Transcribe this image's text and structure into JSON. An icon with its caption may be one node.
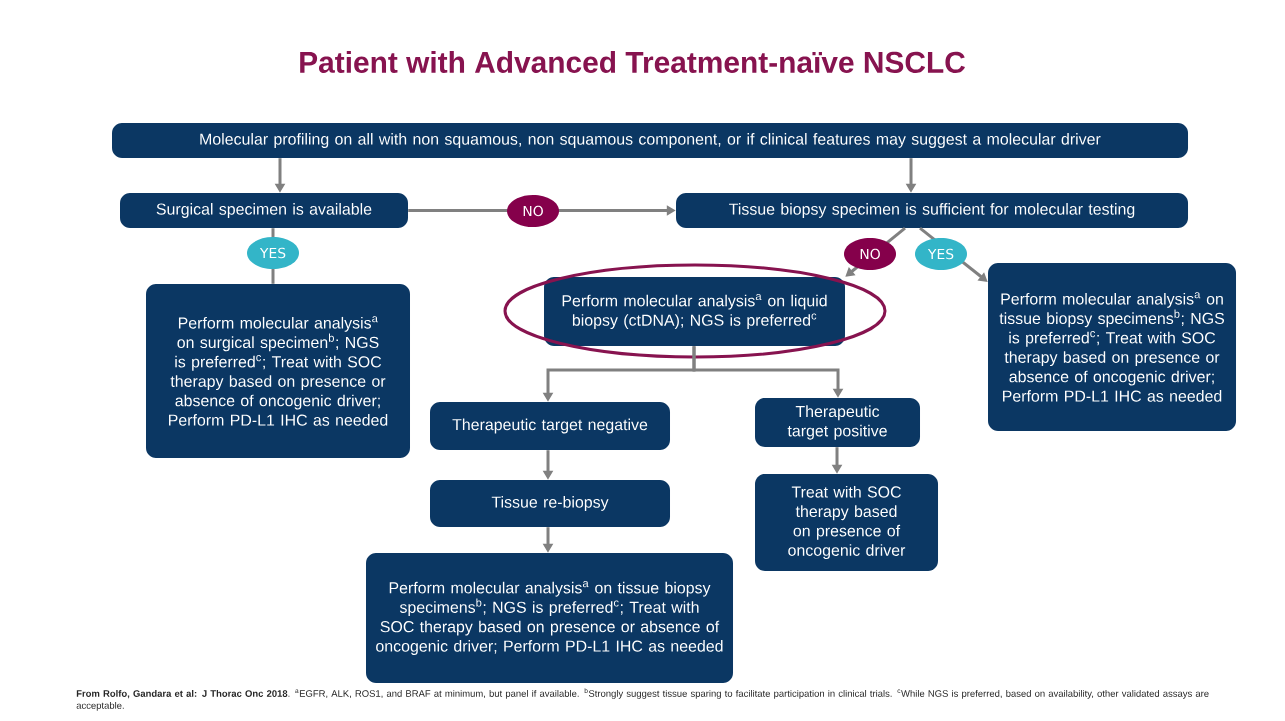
{
  "diagram": {
    "title": "Patient with Advanced Treatment-naïve NSCLC",
    "nodes": [
      {
        "text": [
          "Molecular profiling on all with non squamous, non squamous component, or if clinical features may suggest a molecular driver"
        ]
      },
      {
        "text": [
          "Surgical specimen is available"
        ]
      },
      {
        "text": [
          "Tissue biopsy specimen is sufficient for molecular testing"
        ]
      },
      {
        "text": [
          "Perform molecular analysis$^{a}$ on surgical specimen$^{b}$; NGS is preferred$^{c}$; Treat with SOC therapy based on presence or absence of oncogenic driver; Perform PD-L1 IHC as needed"
        ]
      },
      {
        "text": [
          "Perform molecular analysis$^{a}$ on liquid biopsy (ctDNA); NGS is preferred$^{c}$"
        ]
      },
      {
        "text": [
          "Perform molecular analysis$^{a}$ on tissue biopsy specimens$^{b}$; NGS is preferred$^{c}$; Treat with SOC therapy based on presence or absence of oncogenic driver; Perform PD-L1 IHC as needed"
        ]
      },
      {
        "text": [
          "Therapeutic target negative"
        ]
      },
      {
        "text": [
          "Therapeutic target positive"
        ]
      },
      {
        "text": [
          "Tissue re-biopsy"
        ]
      },
      {
        "text": [
          "Treat with SOC therapy based on presence of oncogenic driver"
        ]
      },
      {
        "text": [
          "Perform molecular analysis$^{a}$ on tissue biopsy specimens$^{b}$; NGS is preferred$^{c}$; Treat with SOC therapy based on presence or absence of oncogenic driver; Perform PD-L1 IHC as needed"
        ]
      }
    ],
    "edges": [
      {
        "from": 0,
        "to": 1,
        "arrow": "to"
      },
      {
        "from": 0,
        "to": 2,
        "arrow": "to"
      },
      {
        "from": 1,
        "to": 2,
        "arrow": "to",
        "label": "NO"
      },
      {
        "from": 1,
        "to": 3,
        "arrow": "none",
        "label": "YES"
      },
      {
        "from": 2,
        "to": 4,
        "arrow": "to",
        "label": "NO"
      },
      {
        "from": 2,
        "to": 5,
        "arrow": "to",
        "label": "YES"
      },
      {
        "from": 4,
        "to": 6,
        "arrow": "to"
      },
      {
        "from": 4,
        "to": 7,
        "arrow": "to"
      },
      {
        "from": 6,
        "to": 8,
        "arrow": "to"
      },
      {
        "from": 7,
        "to": 9,
        "arrow": "to"
      },
      {
        "from": 8,
        "to": 10,
        "arrow": "to"
      }
    ],
    "caption": "**From Rolfo, Gandara et al: J Thorac Onc 2018**. $^{a}$EGFR, ALK, ROS1, and BRAF at minimum, but panel if available. $^{b}$Strongly suggest tissue sparing to facilitate participation in clinical trials. $^{c}$While NGS is preferred, based on availability, other validated assays are acceptable."
  }
}
